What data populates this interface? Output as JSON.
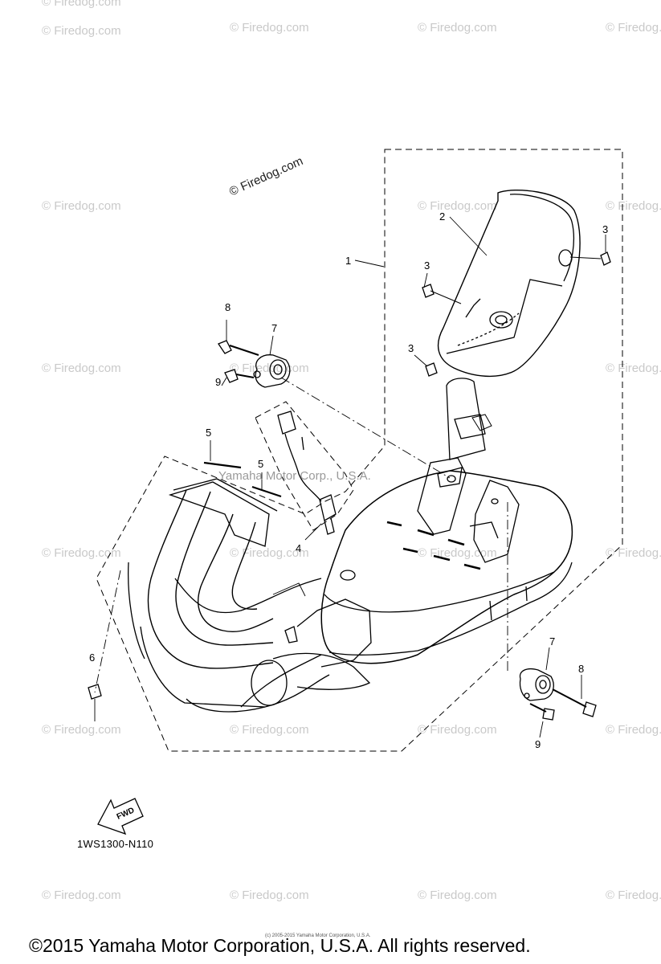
{
  "watermark": {
    "text": "© Firedog.com",
    "main_text": "© Firedog.com"
  },
  "diagram": {
    "overlay_text": "Yamaha Motor Corp., U.S.A.",
    "part_code": "1WS1300-N110",
    "fwd_label": "FWD",
    "callouts": {
      "c1": "1",
      "c2": "2",
      "c3a": "3",
      "c3b": "3",
      "c3c": "3",
      "c4": "4",
      "c5a": "5",
      "c5b": "5",
      "c6": "6",
      "c7a": "7",
      "c7b": "7",
      "c8a": "8",
      "c8b": "8",
      "c9a": "9",
      "c9b": "9"
    }
  },
  "footer": {
    "tiny_text": "(c) 2005-2015 Yamaha Motor Corporation, U.S.A.",
    "copyright": "©2015 Yamaha Motor Corporation, U.S.A. All rights reserved."
  }
}
